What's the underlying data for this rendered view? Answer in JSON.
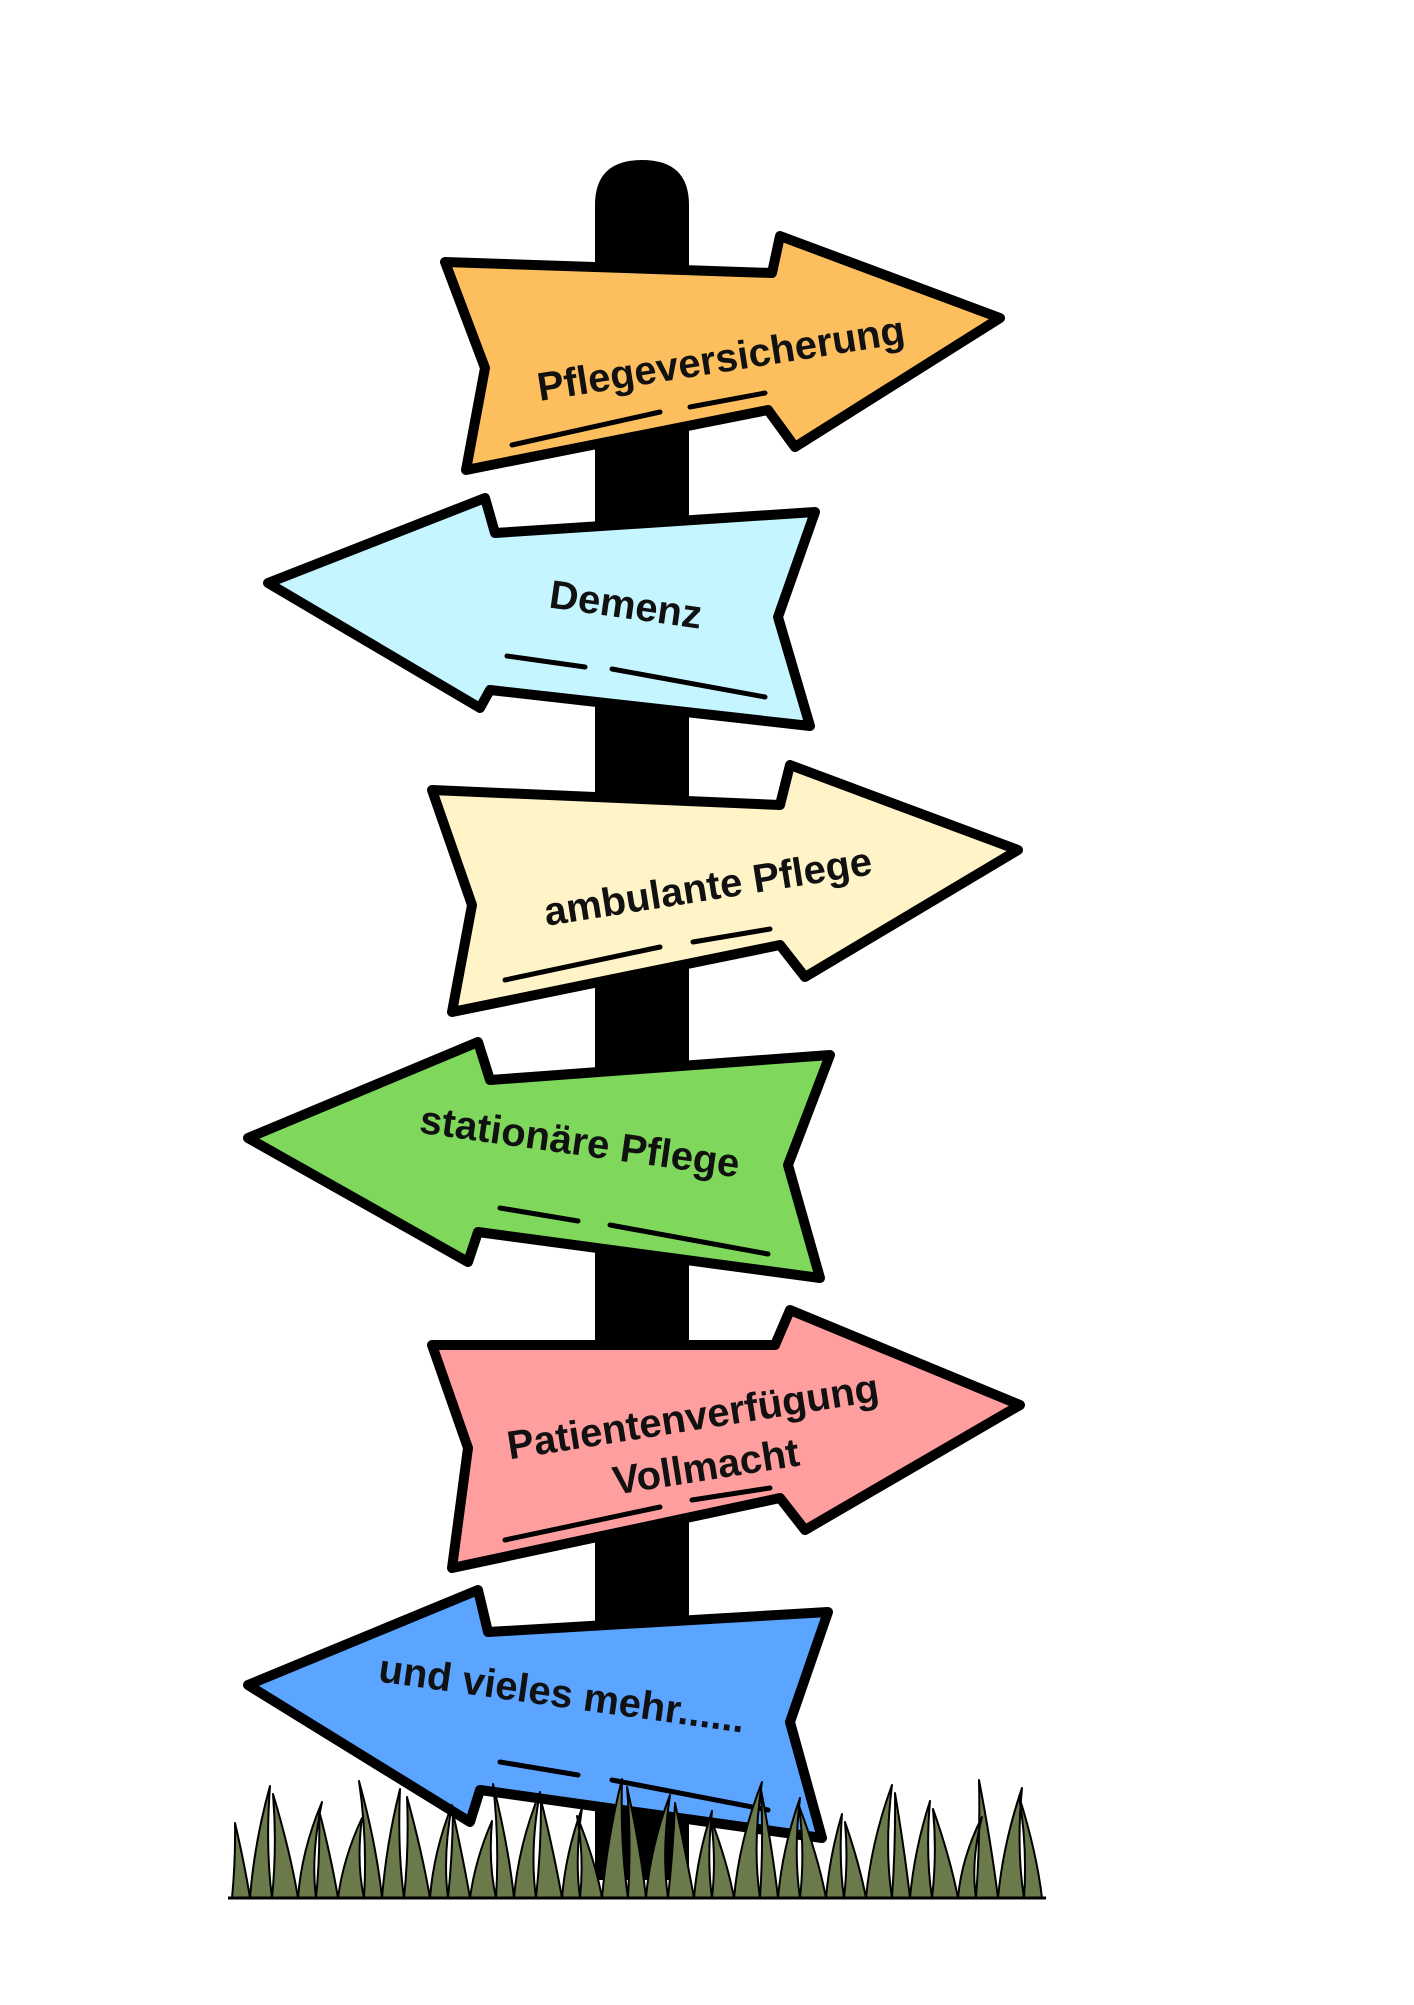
{
  "colors": {
    "post": "#000000",
    "outline": "#000000",
    "grass": "#6b7a4a",
    "background": "#ffffff"
  },
  "signs": [
    {
      "id": "pflegeversicherung",
      "direction": "right",
      "fill": "#FDBE5E",
      "lines": [
        "Pflegeversicherung"
      ]
    },
    {
      "id": "demenz",
      "direction": "left",
      "fill": "#C5F5FF",
      "lines": [
        "Demenz"
      ]
    },
    {
      "id": "ambulante-pflege",
      "direction": "right",
      "fill": "#FFF3C8",
      "lines": [
        "ambulante Pflege"
      ]
    },
    {
      "id": "stationaere-pflege",
      "direction": "left",
      "fill": "#7FD85C",
      "lines": [
        "stationäre Pflege"
      ]
    },
    {
      "id": "patientenverfuegung",
      "direction": "right",
      "fill": "#FF9E9E",
      "lines": [
        "Patientenverfügung",
        "Vollmacht"
      ]
    },
    {
      "id": "und-vieles-mehr",
      "direction": "left",
      "fill": "#5BA4FF",
      "lines": [
        "und vieles mehr......"
      ]
    }
  ]
}
